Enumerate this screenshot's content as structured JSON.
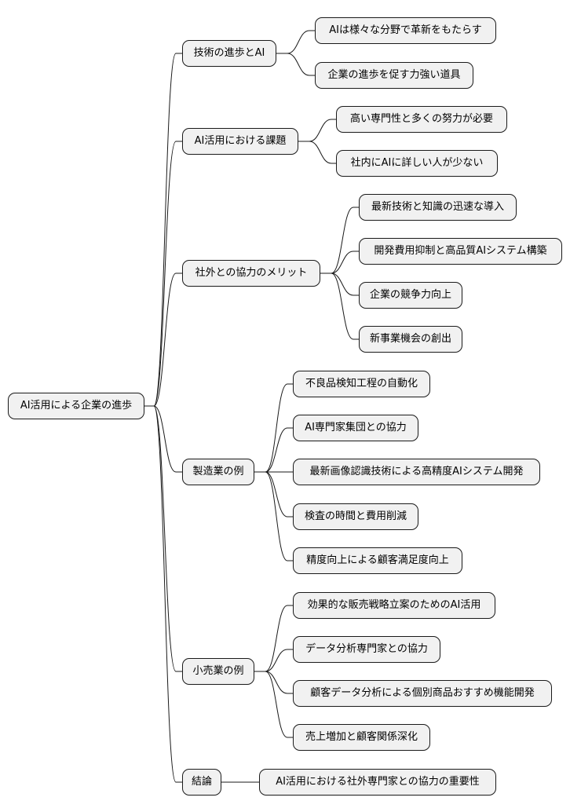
{
  "root": "AI活用による企業の進歩",
  "branches": [
    {
      "label": "技術の進歩とAI",
      "children": [
        "AIは様々な分野で革新をもたらす",
        "企業の進歩を促す力強い道具"
      ]
    },
    {
      "label": "AI活用における課題",
      "children": [
        "高い専門性と多くの努力が必要",
        "社内にAIに詳しい人が少ない"
      ]
    },
    {
      "label": "社外との協力のメリット",
      "children": [
        "最新技術と知識の迅速な導入",
        "開発費用抑制と高品質AIシステム構築",
        "企業の競争力向上",
        "新事業機会の創出"
      ]
    },
    {
      "label": "製造業の例",
      "children": [
        "不良品検知工程の自動化",
        "AI専門家集団との協力",
        "最新画像認識技術による高精度AIシステム開発",
        "検査の時間と費用削減",
        "精度向上による顧客満足度向上"
      ]
    },
    {
      "label": "小売業の例",
      "children": [
        "効果的な販売戦略立案のためのAI活用",
        "データ分析専門家との協力",
        "顧客データ分析による個別商品おすすめ機能開発",
        "売上増加と顧客関係深化"
      ]
    },
    {
      "label": "結論",
      "children": [
        "AI活用における社外専門家との協力の重要性"
      ]
    }
  ]
}
